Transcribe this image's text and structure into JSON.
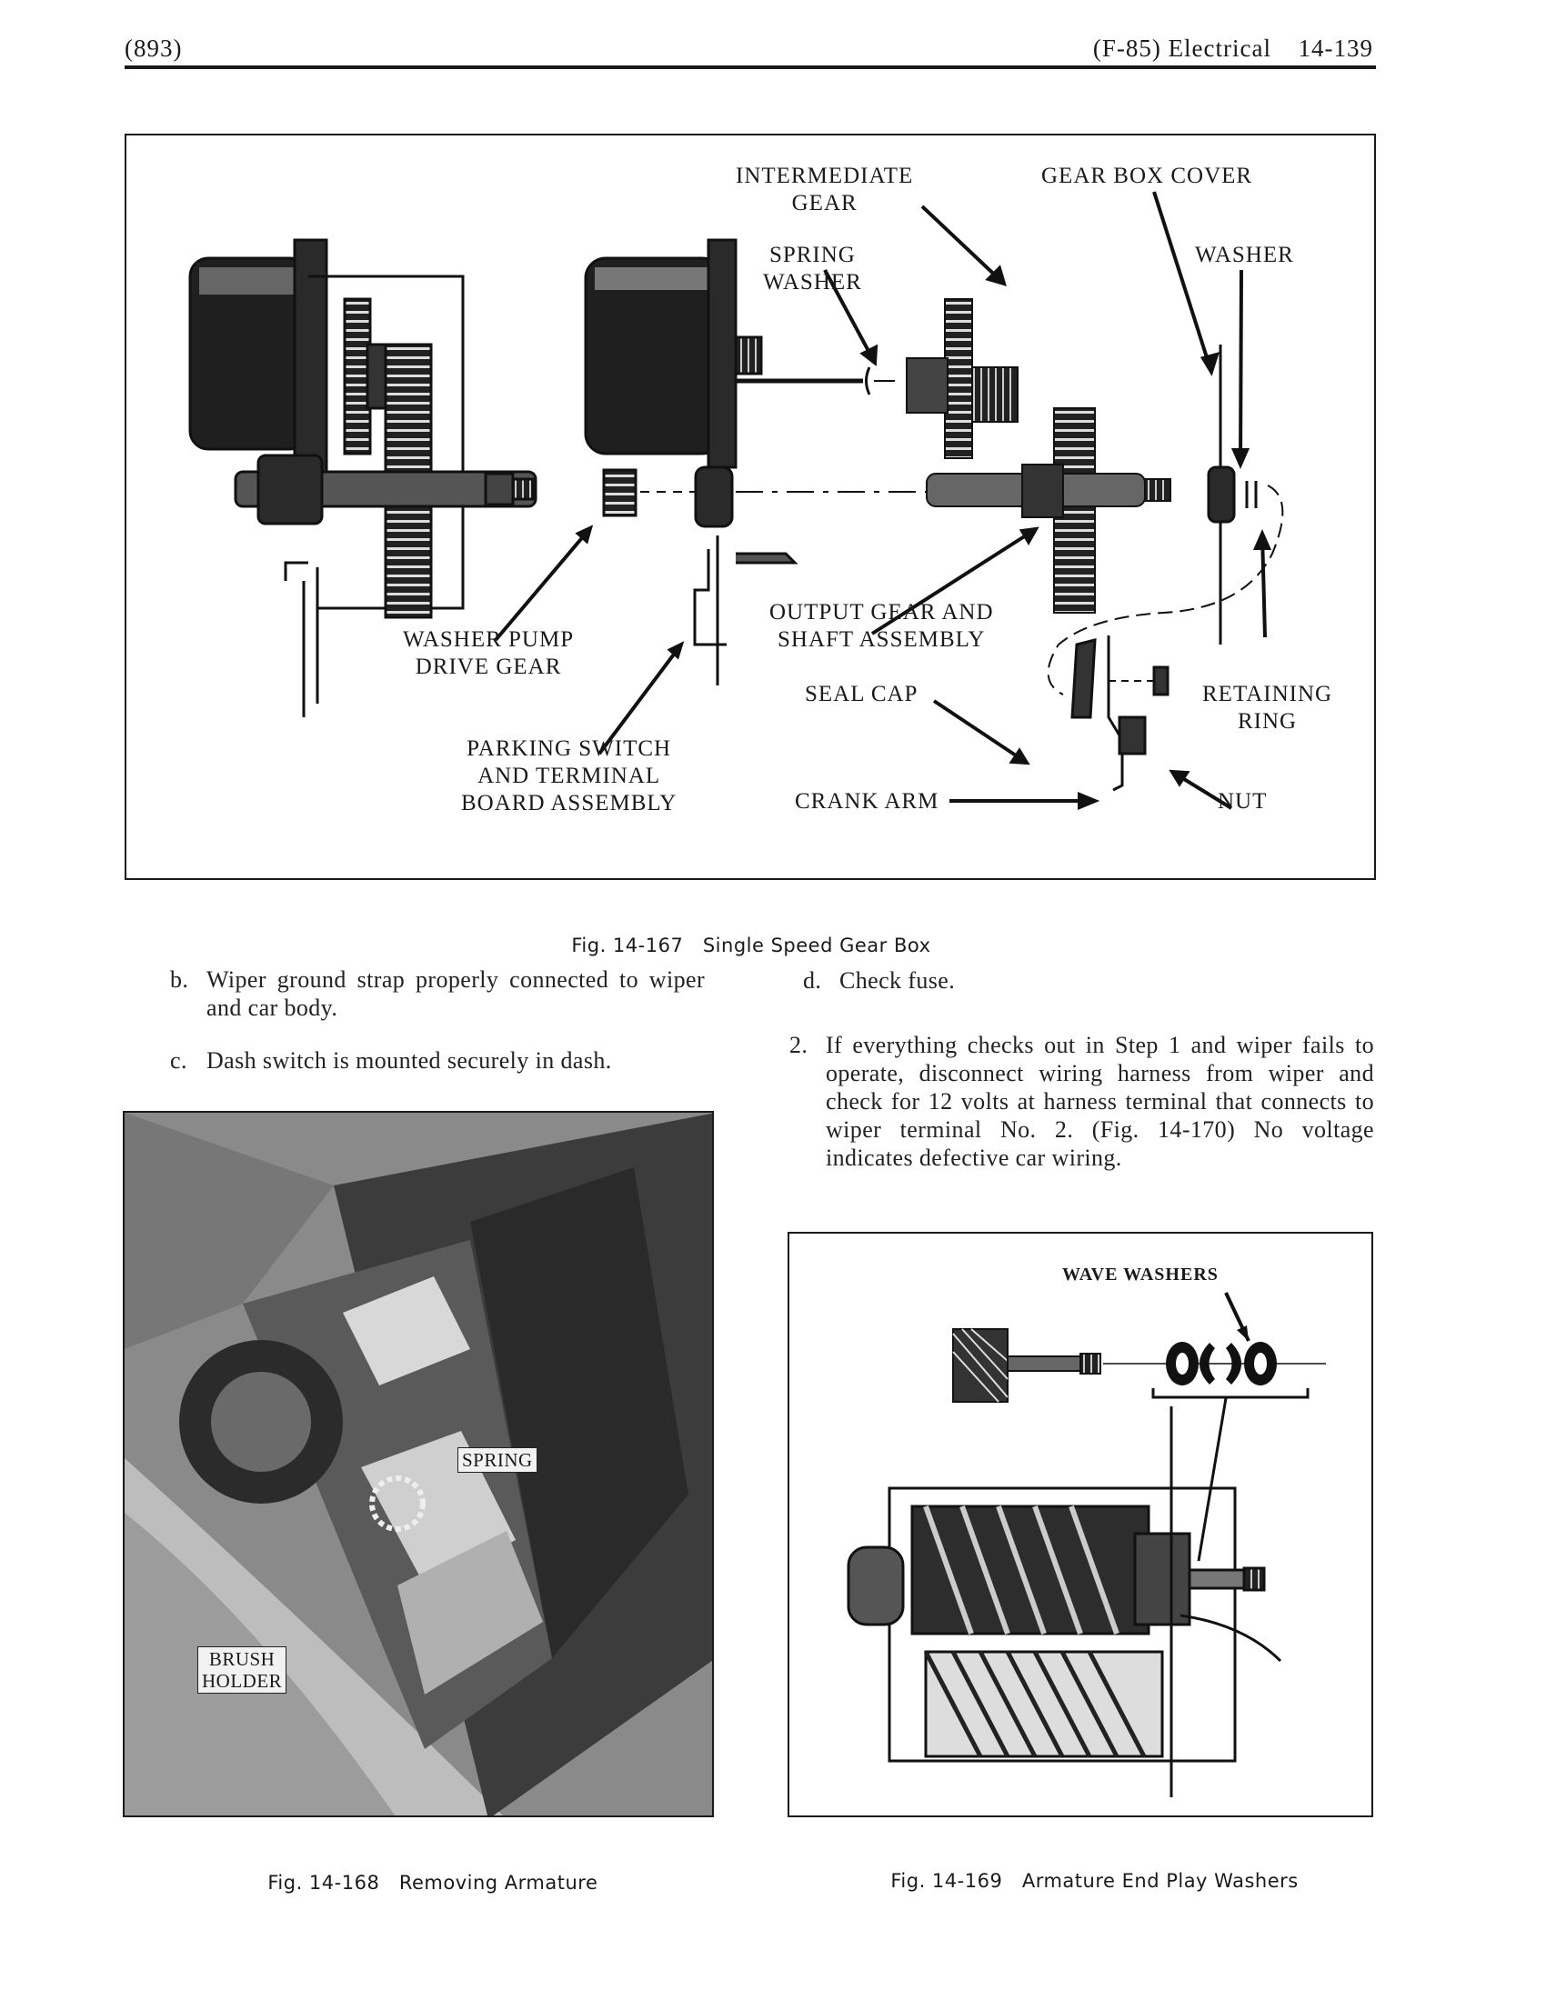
{
  "header": {
    "page_number": "(893)",
    "section": "(F-85) Electrical",
    "page_ref": "14-139"
  },
  "fig167": {
    "caption_num": "Fig. 14-167",
    "caption_title": "Single Speed Gear Box",
    "labels": {
      "intermediate_gear": "INTERMEDIATE\nGEAR",
      "gear_box_cover": "GEAR BOX COVER",
      "spring_washer": "SPRING\nWASHER",
      "washer": "WASHER",
      "washer_pump": "WASHER PUMP\nDRIVE GEAR",
      "output_gear": "OUTPUT GEAR AND\nSHAFT ASSEMBLY",
      "seal_cap": "SEAL CAP",
      "retaining_ring": "RETAINING\nRING",
      "parking_switch": "PARKING SWITCH\nAND TERMINAL\nBOARD ASSEMBLY",
      "crank_arm": "CRANK ARM",
      "nut": "NUT"
    }
  },
  "text_left": [
    {
      "marker": "b.",
      "text": "Wiper ground strap properly connected to wiper and car body."
    },
    {
      "marker": "c.",
      "text": "Dash switch is mounted securely in dash."
    }
  ],
  "text_right": [
    {
      "marker": "d.",
      "text": "Check fuse."
    },
    {
      "marker": "2.",
      "text": "If everything checks out in Step 1 and wiper fails to operate, disconnect wiring harness from wiper and check for 12 volts at harness terminal that connects to wiper terminal No. 2. (Fig. 14-170) No voltage indicates defective car wiring."
    }
  ],
  "fig168": {
    "caption_num": "Fig. 14-168",
    "caption_title": "Removing Armature",
    "labels": {
      "spring": "SPRING",
      "brush_holder": "BRUSH\nHOLDER"
    }
  },
  "fig169": {
    "caption_num": "Fig. 14-169",
    "caption_title": "Armature End Play Washers",
    "labels": {
      "wave_washers": "WAVE WASHERS"
    }
  }
}
